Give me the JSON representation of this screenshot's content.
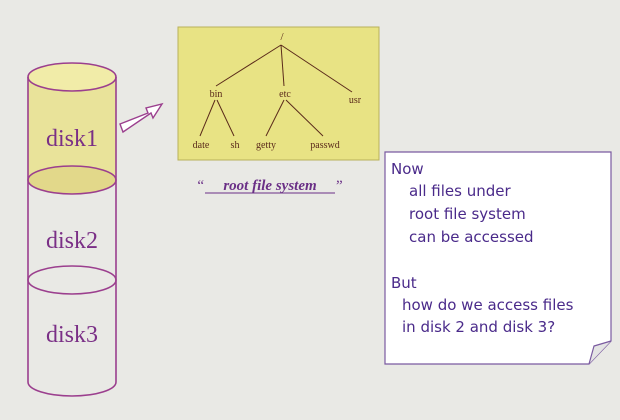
{
  "disks": {
    "disk1": "disk1",
    "disk2": "disk2",
    "disk3": "disk3"
  },
  "tree": {
    "root": "/",
    "bin": "bin",
    "etc": "etc",
    "usr": "usr",
    "date": "date",
    "sh": "sh",
    "getty": "getty",
    "passwd": "passwd"
  },
  "caption": {
    "open_quote": "“",
    "text": "root file system",
    "close_quote": "”"
  },
  "note": {
    "line1": "Now",
    "line2": "all files under",
    "line3": "root file system",
    "line4": "can be accessed",
    "line5": "But",
    "line6": "how do we access files",
    "line7": "in disk 2 and disk 3?"
  },
  "colors": {
    "background": "#e9e9e5",
    "disk_outline": "#9b3f8e",
    "disk1_fill": "#e9e39a",
    "tree_panel_fill": "#e8e384",
    "tree_text": "#5a2a1a",
    "caption_text": "#6a2f86",
    "note_text": "#4a2a8a",
    "note_border": "#7a5aa0"
  }
}
